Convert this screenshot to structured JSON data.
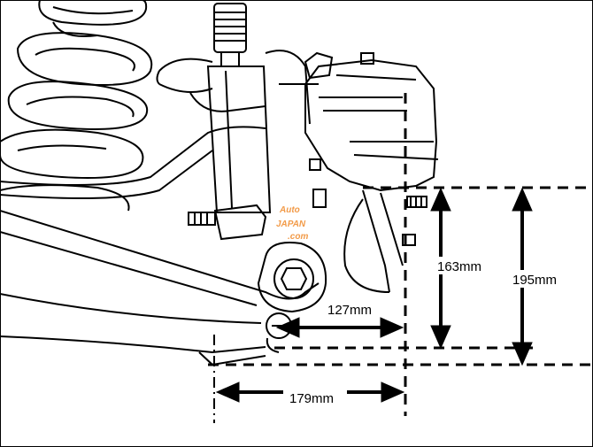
{
  "dimensions": {
    "height_inner": "163mm",
    "height_outer": "195mm",
    "length_inner": "127mm",
    "length_outer": "179mm"
  },
  "watermark": {
    "line1": "Auto",
    "line2": "JAPAN",
    "line3": ".com"
  },
  "colors": {
    "line": "#000000",
    "watermark": "#f08a2a",
    "background": "#ffffff"
  }
}
